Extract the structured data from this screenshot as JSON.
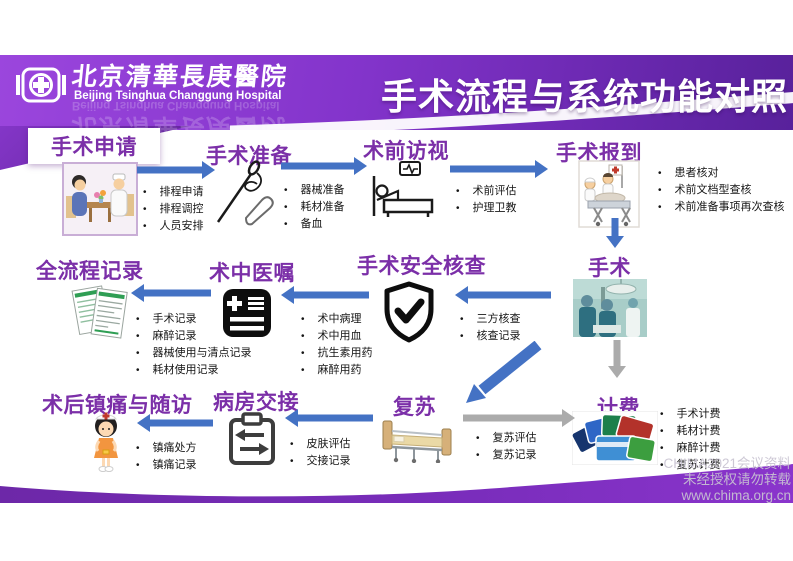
{
  "slide_title": "手术流程与系统功能对照",
  "header": {
    "hospital_name_zh": "北京清華長庚醫院",
    "hospital_name_en": "Beijing Tsinghua Changgung Hospital"
  },
  "flow": {
    "steps": [
      {
        "id": "apply",
        "title": "手术申请",
        "icon": "consultation-illustration",
        "bullets": [
          "排程申请",
          "排程调控",
          "人员安排"
        ]
      },
      {
        "id": "prepare",
        "title": "手术准备",
        "icon": "needle-scalpel-icon",
        "bullets": [
          "器械准备",
          "耗材准备",
          "备血"
        ]
      },
      {
        "id": "previsit",
        "title": "术前访视",
        "icon": "patient-bed-icon",
        "bullets": [
          "术前评估",
          "护理卫教"
        ]
      },
      {
        "id": "checkin",
        "title": "手术报到",
        "icon": "gurney-illustration",
        "bullets": [
          "患者核对",
          "术前文档型查核",
          "术前准备事项再次查核"
        ]
      },
      {
        "id": "surgery",
        "title": "手术",
        "icon": "operating-room-photo",
        "bullets": []
      },
      {
        "id": "safety",
        "title": "手术安全核查",
        "icon": "shield-check-icon",
        "bullets": [
          "三方核查",
          "核查记录"
        ]
      },
      {
        "id": "orders",
        "title": "术中医嘱",
        "icon": "medical-order-icon",
        "bullets": [
          "术中病理",
          "术中用血",
          "抗生素用药",
          "麻醉用药"
        ]
      },
      {
        "id": "record",
        "title": "全流程记录",
        "icon": "records-illustration",
        "bullets": [
          "手术记录",
          "麻醉记录",
          "器械使用与清点记录",
          "耗材使用记录"
        ]
      },
      {
        "id": "recovery",
        "title": "复苏",
        "icon": "hospital-bed-illustration",
        "bullets": [
          "复苏评估",
          "复苏记录"
        ]
      },
      {
        "id": "billing",
        "title": "计费",
        "icon": "bank-cards-photo",
        "bullets": [
          "手术计费",
          "耗材计费",
          "麻醉计费",
          "复苏计费"
        ]
      },
      {
        "id": "handover",
        "title": "病房交接",
        "icon": "clipboard-swap-icon",
        "bullets": [
          "皮肤评估",
          "交接记录"
        ]
      },
      {
        "id": "followup",
        "title": "术后镇痛与随访",
        "icon": "nurse-illustration",
        "bullets": [
          "镇痛处方",
          "镇痛记录"
        ]
      }
    ]
  },
  "watermark": {
    "line1": "CHIMA2021会议资料",
    "line2": "未经授权请勿转载",
    "line3": "www.chima.org.cn"
  },
  "colors": {
    "heading_purple": "#7B2FA8",
    "arrow_blue": "#4472C4",
    "arrow_gray": "#ABABAB",
    "band_purple": "#8334CB",
    "wave_purple": "#6F28AA"
  }
}
